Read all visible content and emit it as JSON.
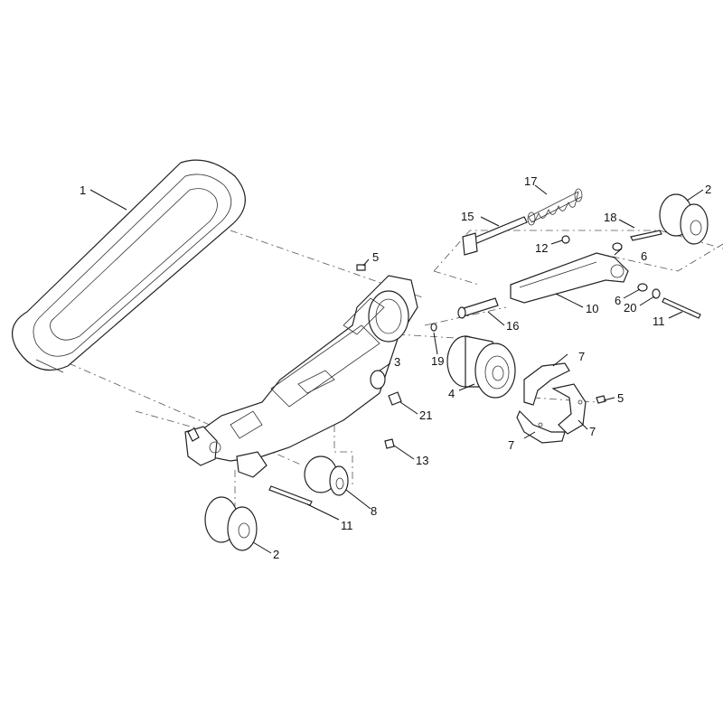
{
  "callouts": {
    "c1": "1",
    "c2_top": "2",
    "c2_bottom": "2",
    "c3": "3",
    "c4": "4",
    "c5_top": "5",
    "c5_right": "5",
    "c6_upper": "6",
    "c6_lower": "6",
    "c7_top": "7",
    "c7_right": "7",
    "c7_bottom": "7",
    "c8": "8",
    "c10": "10",
    "c11_right": "11",
    "c11_bottom": "11",
    "c12": "12",
    "c13": "13",
    "c15": "15",
    "c16": "16",
    "c17": "17",
    "c18": "18",
    "c19": "19",
    "c20": "20",
    "c21": "21"
  }
}
